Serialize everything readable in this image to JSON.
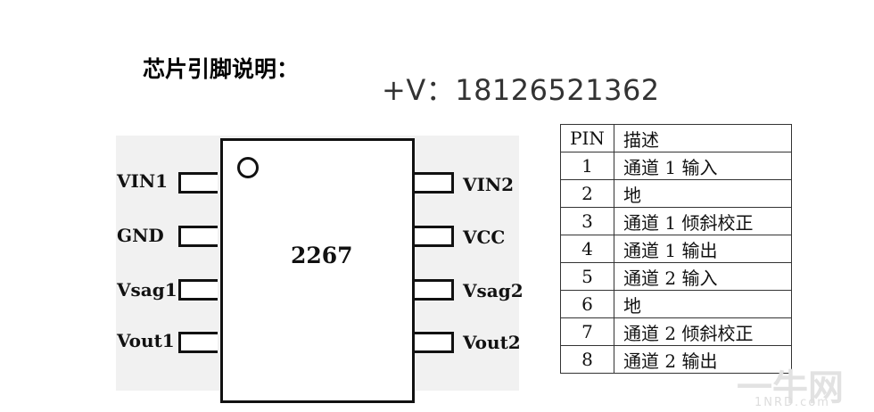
{
  "heading": "芯片引脚说明：",
  "contact": "+V：18126521362",
  "chip": {
    "part_number": "2267",
    "left_pins": [
      "VIN1",
      "GND",
      "Vsag1",
      "Vout1"
    ],
    "right_pins": [
      "VIN2",
      "VCC",
      "Vsag2",
      "Vout2"
    ]
  },
  "table": {
    "headers": [
      "PIN",
      "描述"
    ],
    "rows": [
      [
        "1",
        "通道 1 输入"
      ],
      [
        "2",
        "地"
      ],
      [
        "3",
        "通道 1 倾斜校正"
      ],
      [
        "4",
        "通道 1 输出"
      ],
      [
        "5",
        "通道 2 输入"
      ],
      [
        "6",
        "地"
      ],
      [
        "7",
        "通道 2 倾斜校正"
      ],
      [
        "8",
        "通道 2 输出"
      ]
    ]
  },
  "watermark": {
    "text": "一牛网",
    "sub": "1NRD.com"
  }
}
